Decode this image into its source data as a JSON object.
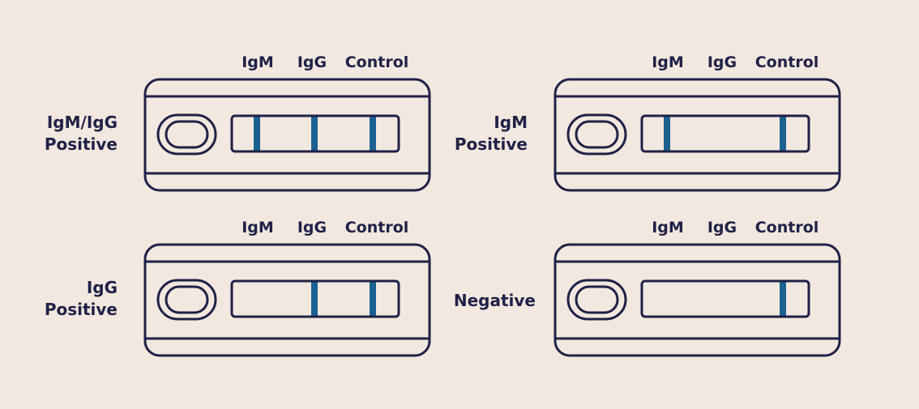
{
  "colors": {
    "background": "#f3e8df",
    "outline": "#1f2147",
    "band": "#1b6191",
    "window": "#f3e8df"
  },
  "band_labels": [
    "IgM",
    "IgG",
    "Control"
  ],
  "panels": [
    {
      "result_lines": [
        "IgM/IgG",
        "Positive"
      ],
      "bands": {
        "IgM": true,
        "IgG": true,
        "Control": true
      }
    },
    {
      "result_lines": [
        "IgM",
        "Positive"
      ],
      "bands": {
        "IgM": true,
        "IgG": false,
        "Control": true
      }
    },
    {
      "result_lines": [
        "IgG",
        "Positive"
      ],
      "bands": {
        "IgM": false,
        "IgG": true,
        "Control": true
      }
    },
    {
      "result_lines": [
        "Negative"
      ],
      "bands": {
        "IgM": false,
        "IgG": false,
        "Control": true
      }
    }
  ]
}
